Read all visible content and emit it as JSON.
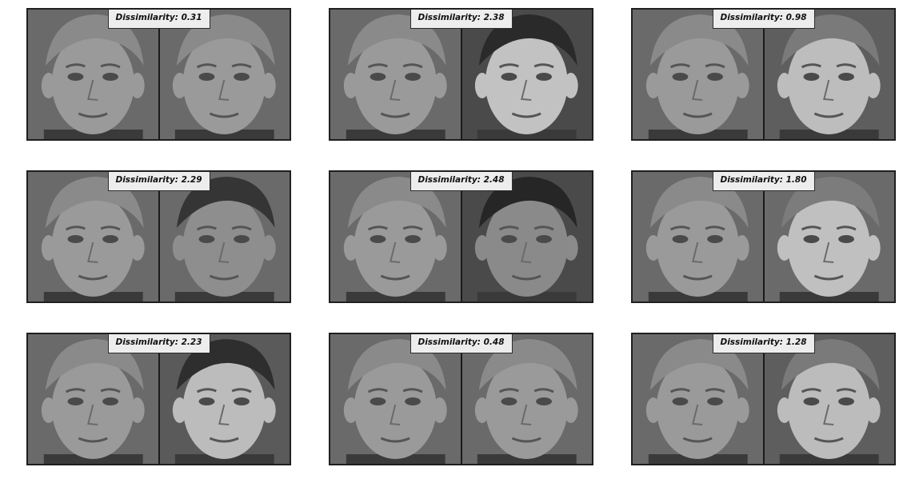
{
  "panels": [
    {
      "label": "Dissimilarity: 0.31",
      "right_face": {
        "hair": "#8a8a8a",
        "skin": "#9a9a9a",
        "bg": "#6a6a6a"
      }
    },
    {
      "label": "Dissimilarity: 2.38",
      "right_face": {
        "hair": "#2a2a2a",
        "skin": "#c2c2c2",
        "bg": "#4a4a4a"
      }
    },
    {
      "label": "Dissimilarity: 0.98",
      "right_face": {
        "hair": "#7a7a7a",
        "skin": "#bdbdbd",
        "bg": "#5e5e5e"
      }
    },
    {
      "label": "Dissimilarity: 2.29",
      "right_face": {
        "hair": "#353535",
        "skin": "#8e8e8e",
        "bg": "#6a6a6a"
      }
    },
    {
      "label": "Dissimilarity: 2.48",
      "right_face": {
        "hair": "#262626",
        "skin": "#8a8a8a",
        "bg": "#4a4a4a"
      }
    },
    {
      "label": "Dissimilarity: 1.80",
      "right_face": {
        "hair": "#7c7c7c",
        "skin": "#c0c0c0",
        "bg": "#6a6a6a"
      }
    },
    {
      "label": "Dissimilarity: 2.23",
      "right_face": {
        "hair": "#2e2e2e",
        "skin": "#bcbcbc",
        "bg": "#5a5a5a"
      }
    },
    {
      "label": "Dissimilarity: 0.48",
      "right_face": {
        "hair": "#8a8a8a",
        "skin": "#9a9a9a",
        "bg": "#6a6a6a"
      }
    },
    {
      "label": "Dissimilarity: 1.28",
      "right_face": {
        "hair": "#7a7a7a",
        "skin": "#bcbcbc",
        "bg": "#5e5e5e"
      }
    }
  ],
  "reference_face": {
    "hair": "#8a8a8a",
    "skin": "#9a9a9a",
    "bg": "#6a6a6a"
  }
}
